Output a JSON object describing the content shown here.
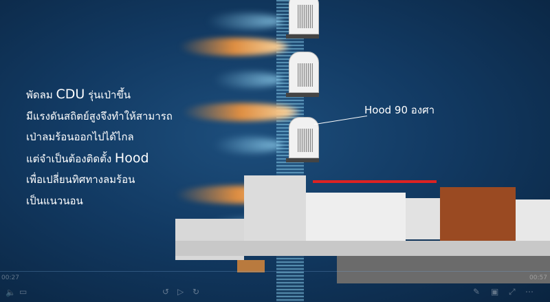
{
  "caption": {
    "lines": [
      {
        "pre": "พัดลม ",
        "big": "CDU",
        "post": " รุ่นเป่าขึ้น"
      },
      {
        "pre": "มีแรงดันสถิตย์สูงจึงทำให้สามารถ",
        "big": "",
        "post": ""
      },
      {
        "pre": "เป่าลมร้อนออกไปได้ไกล",
        "big": "",
        "post": ""
      },
      {
        "pre": "แต่จำเป็นต้องติดตั้ง ",
        "big": "Hood",
        "post": ""
      },
      {
        "pre": "เพื่อเปลี่ยนทิศทางลมร้อน",
        "big": "",
        "post": ""
      },
      {
        "pre": "เป็นแนวนอน",
        "big": "",
        "post": ""
      }
    ]
  },
  "annotation": {
    "hood_label": "Hood 90 องศา"
  },
  "player": {
    "elapsed": "00:27",
    "remaining": "00:57"
  }
}
